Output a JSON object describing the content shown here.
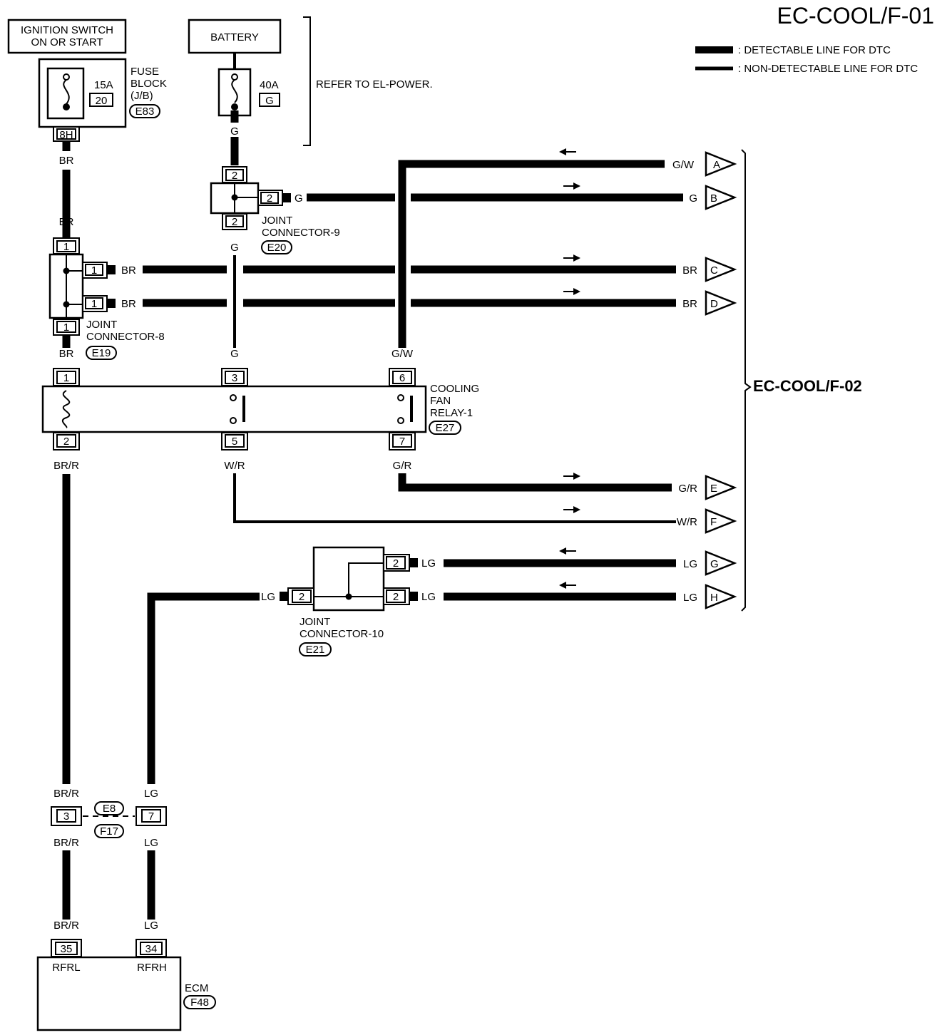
{
  "header": {
    "code": "EC-COOL/F-01"
  },
  "legend": {
    "detectable": ": DETECTABLE LINE FOR DTC",
    "non_detectable": ": NON-DETECTABLE LINE FOR DTC"
  },
  "components": {
    "ignition_switch": {
      "line1": "IGNITION SWITCH",
      "line2": "ON OR START"
    },
    "battery": {
      "label": "BATTERY"
    },
    "fuse_block": {
      "line1": "FUSE",
      "line2": "BLOCK",
      "line3": "(J/B)",
      "connector": "E83",
      "amp": "15A",
      "number": "20",
      "terminal": "8H"
    },
    "battery_fuse": {
      "amp": "40A",
      "number": "G"
    },
    "refer": "REFER TO EL-POWER.",
    "jc9": {
      "line1": "JOINT",
      "line2": "CONNECTOR-9",
      "connector": "E20",
      "pin_top": "2",
      "pin_bottom": "2",
      "pin_side": "2"
    },
    "jc8": {
      "line1": "JOINT",
      "line2": "CONNECTOR-8",
      "connector": "E19",
      "pin_top": "1",
      "pin_bottom": "1",
      "pin_side1": "1",
      "pin_side2": "1"
    },
    "relay": {
      "line1": "COOLING",
      "line2": "FAN",
      "line3": "RELAY-1",
      "connector": "E27",
      "pins": [
        "1",
        "2",
        "3",
        "5",
        "6",
        "7"
      ]
    },
    "jc10": {
      "line1": "JOINT",
      "line2": "CONNECTOR-10",
      "connector": "E21",
      "pin_left": "2",
      "pin_top": "2",
      "pin_bottom": "2"
    },
    "harness": {
      "conn1": "E8",
      "conn2": "F17",
      "pin_left": "3",
      "pin_right": "7"
    },
    "ecm": {
      "label": "ECM",
      "connector": "F48",
      "pin_left": "35",
      "pin_right": "34",
      "term_left": "RFRL",
      "term_right": "RFRH"
    }
  },
  "wires": {
    "br": "BR",
    "g": "G",
    "gw": "G/W",
    "brr": "BR/R",
    "wr": "W/R",
    "gr": "G/R",
    "lg": "LG"
  },
  "offpage": {
    "ref": "EC-COOL/F-02",
    "items": [
      {
        "letter": "A",
        "color": "G/W",
        "direction": "left"
      },
      {
        "letter": "B",
        "color": "G",
        "direction": "right"
      },
      {
        "letter": "C",
        "color": "BR",
        "direction": "right"
      },
      {
        "letter": "D",
        "color": "BR",
        "direction": "right"
      },
      {
        "letter": "E",
        "color": "G/R",
        "direction": "right"
      },
      {
        "letter": "F",
        "color": "W/R",
        "direction": "right"
      },
      {
        "letter": "G",
        "color": "LG",
        "direction": "left"
      },
      {
        "letter": "H",
        "color": "LG",
        "direction": "left"
      }
    ]
  }
}
